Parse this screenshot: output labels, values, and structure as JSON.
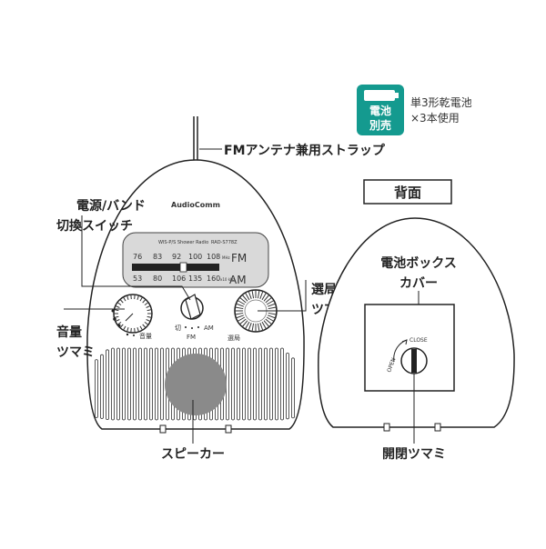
{
  "diagram": {
    "labels": {
      "antenna_strap": "FMアンテナ兼用ストラップ",
      "power_band_switch": [
        "電源/バンド",
        "切換スイッチ"
      ],
      "volume_knob": [
        "音量",
        "ツマミ"
      ],
      "tuning_knob": [
        "選局",
        "ツマミ"
      ],
      "speaker": "スピーカー",
      "back_title": "背面",
      "battery_cover": [
        "電池ボックス",
        "カバー"
      ],
      "open_close_knob": "開閉ツマミ"
    },
    "battery_note": {
      "badge": [
        "電池",
        "別売"
      ],
      "text": [
        "単3形乾電池",
        "×3本使用"
      ]
    },
    "front_panel": {
      "brand": "AudioComm",
      "model_line": "WIS-P/S Shower Radio",
      "model_code": "RAD-S778Z",
      "fm_scale": [
        "76",
        "83",
        "92",
        "100",
        "108"
      ],
      "fm_unit": "MHz",
      "fm_label": "FM",
      "am_scale": [
        "53",
        "80",
        "106",
        "135",
        "160"
      ],
      "am_unit": "x10 kHz",
      "am_label": "AM",
      "switch_labels": {
        "off": "切",
        "am": "AM",
        "fm": "FM"
      },
      "volume_text": "音量",
      "tuning_text": "選局"
    },
    "back_panel": {
      "open": "OPEN",
      "close": "CLOSE"
    }
  }
}
